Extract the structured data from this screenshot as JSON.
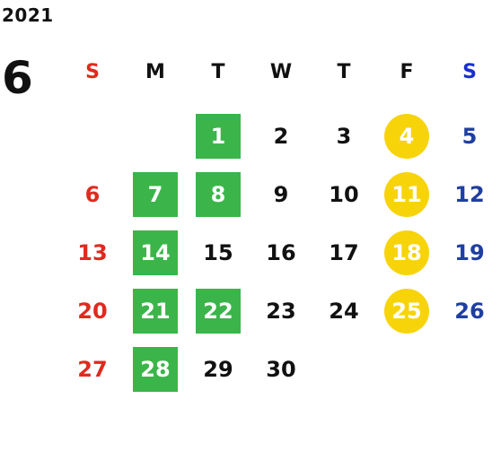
{
  "calendar": {
    "year": "2021",
    "month": "6",
    "weekdays": [
      "S",
      "M",
      "T",
      "W",
      "T",
      "F",
      "S"
    ],
    "start_weekday_index": 2,
    "days_in_month": 30,
    "colors": {
      "text": "#111111",
      "sunday": "#e02a1f",
      "saturday": "#1f3fa0",
      "saturday_header": "#1a2fd0",
      "green_fill": "#3bb54a",
      "yellow_fill": "#f7d40a",
      "highlight_text": "#ffffff"
    },
    "green_days": [
      1,
      7,
      8,
      14,
      21,
      22,
      28
    ],
    "yellow_days": [
      4,
      11,
      18,
      25
    ]
  }
}
